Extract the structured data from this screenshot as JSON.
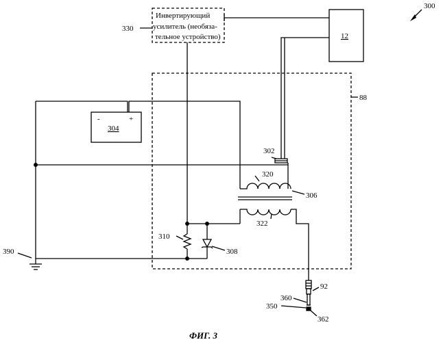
{
  "figure_number": "300",
  "caption": "ФИГ. 3",
  "amplifier": {
    "ref": "330",
    "line1": "Инвертирующий",
    "line2": "усилитель (необяза-",
    "line3": "тельное устройство)"
  },
  "controller": {
    "ref": "12"
  },
  "ignition_module": {
    "ref": "88"
  },
  "battery": {
    "ref": "304",
    "minus": "-",
    "plus": "+"
  },
  "coil": {
    "ref": "306",
    "primary": "320",
    "secondary": "322",
    "switch": "302"
  },
  "resistor": {
    "ref": "310"
  },
  "diode": {
    "ref": "308"
  },
  "ground": {
    "ref": "390"
  },
  "spark_plug": {
    "ref": "92",
    "electrode_a": "360",
    "gap": "350",
    "electrode_b": "362"
  }
}
